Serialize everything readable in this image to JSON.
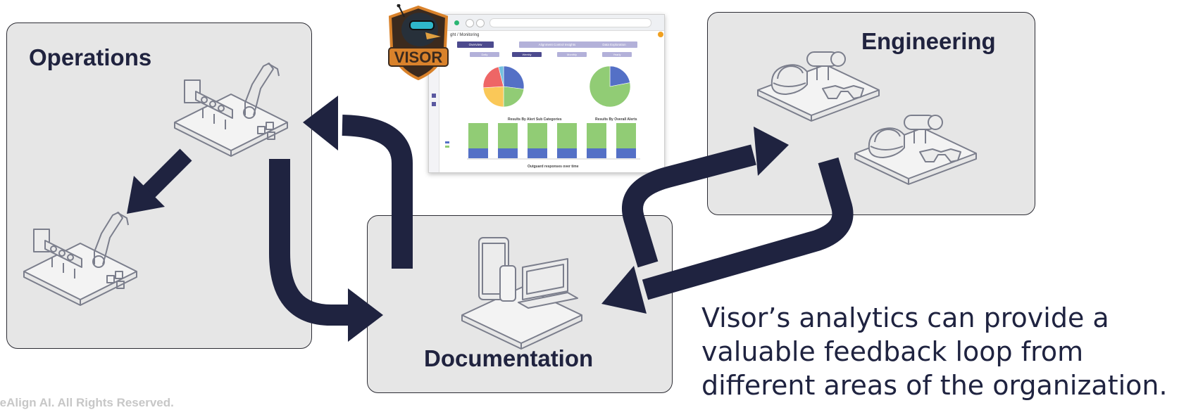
{
  "boxes": {
    "operations": {
      "title": "Operations"
    },
    "engineering": {
      "title": "Engineering"
    },
    "documentation": {
      "title": "Documentation"
    }
  },
  "caption": {
    "lines": [
      "Visor’s analytics can provide a",
      "valuable feedback loop from",
      "different areas of the organization."
    ]
  },
  "footer": {
    "text": "teAlign AI. All Rights Reserved."
  },
  "logo": {
    "text": "VISOR"
  },
  "dashboard": {
    "breadcrumb": "ght  / Monitoring",
    "top_tabs": [
      "Overview",
      "Alignment Control Insights",
      "Data Exploration"
    ],
    "period_tabs": [
      "Daily",
      "Weekly",
      "Monthly",
      "Yearly"
    ],
    "selected_period": "Weekly",
    "bar_titles": [
      "Results By Alert Sub Categories",
      "Results By Overall Alerts"
    ],
    "x_axis_label": "Outguard responses over time"
  },
  "colors": {
    "navy": "#1f2340",
    "box_fill": "#e6e6e6",
    "tab_active": "#4c4a8e",
    "tab_inactive": "#b3b1d9",
    "bar_blue": "#5470c6",
    "bar_green": "#91cc75",
    "pie_red": "#ee6666",
    "pie_yellow": "#fac858",
    "logo_orange": "#d9822b"
  }
}
